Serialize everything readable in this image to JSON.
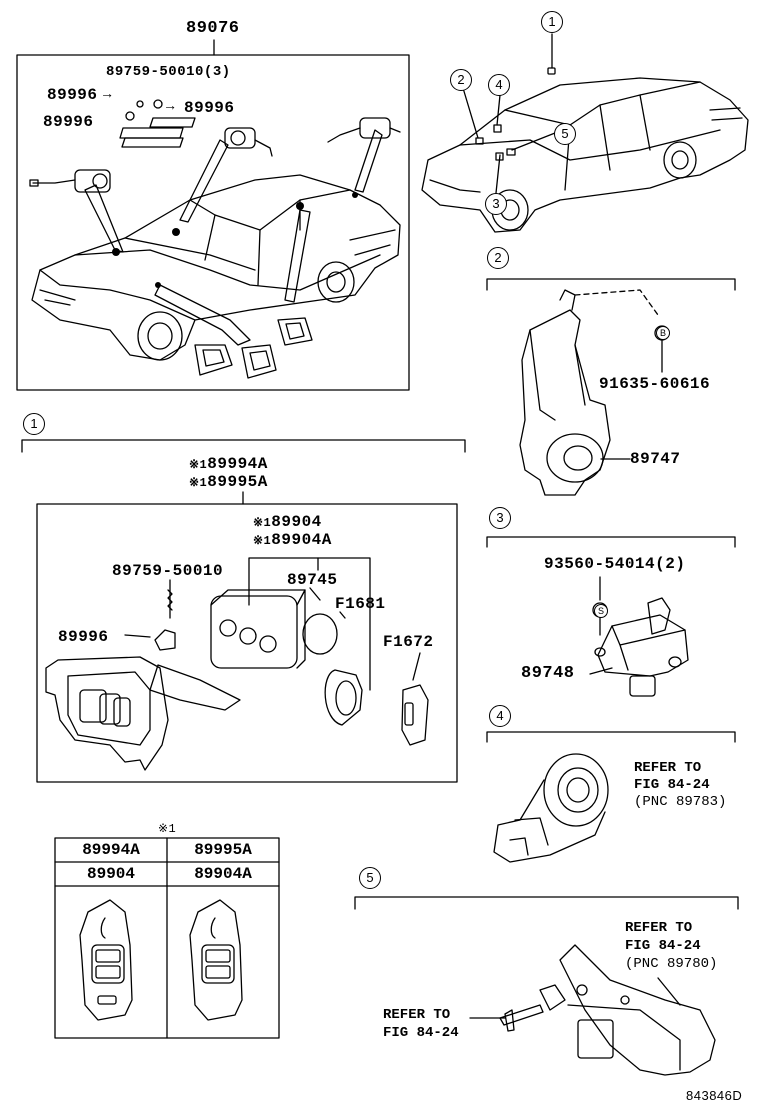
{
  "overview_box": {
    "part_number": "89076",
    "labels": {
      "bolt_qty": "89759-50010(3)",
      "clip_left_top": "89996",
      "clip_right": "89996",
      "clip_left_bottom": "89996"
    }
  },
  "location_view": {
    "callouts": [
      "1",
      "2",
      "3",
      "4",
      "5"
    ]
  },
  "section_1": {
    "index": "1",
    "mark": "※1",
    "part_a": "89994A",
    "part_b": "89995A",
    "inner": {
      "part_c": "89904",
      "part_d": "89904A",
      "screw": "89759-50010",
      "clip": "89996",
      "case": "89745",
      "battery": "F1681",
      "key": "F1672"
    }
  },
  "section_2": {
    "index": "2",
    "bolt": "91635-60616",
    "part": "89747",
    "fastener_letter": "B"
  },
  "section_3": {
    "index": "3",
    "screw": "93560-54014(2)",
    "part": "89748",
    "fastener_letter": "S"
  },
  "section_4": {
    "index": "4",
    "refer_line1": "REFER TO",
    "refer_line2": "FIG 84-24",
    "refer_line3": "(PNC 89783)"
  },
  "section_5": {
    "index": "5",
    "refer_line1": "REFER TO",
    "refer_line2": "FIG 84-24",
    "refer_line3": "(PNC 89780)",
    "refer2_line1": "REFER TO",
    "refer2_line2": "FIG 84-24"
  },
  "legend_table": {
    "mark": "※1",
    "headers": [
      "89994A",
      "89995A"
    ],
    "subheaders": [
      "89904",
      "89904A"
    ]
  },
  "diagram_code": "843846D"
}
